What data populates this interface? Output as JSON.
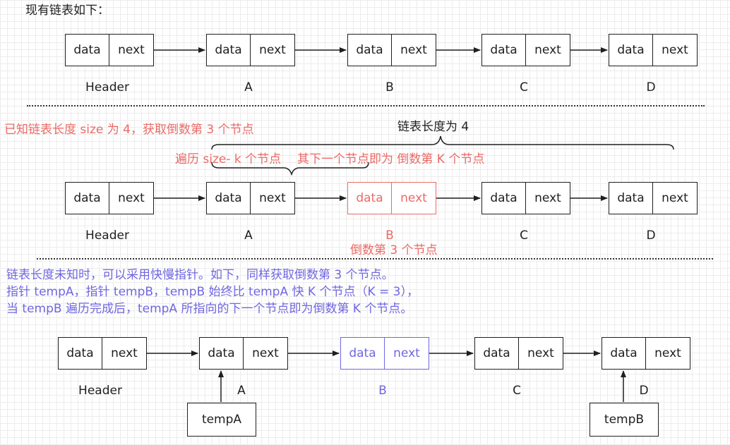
{
  "intro": "现有链表如下：",
  "node": {
    "data": "data",
    "next": "next"
  },
  "names": [
    "Header",
    "A",
    "B",
    "C",
    "D"
  ],
  "section2": {
    "question": "已知链表长度 size 为 4，获取倒数第 3 个节点",
    "length_label": "链表长度为 4",
    "traverse_label": "遍历 size- k 个节点",
    "next_label": "其下一个节点即为 倒数第 K 个节点",
    "target_label": "倒数第 3 个节点"
  },
  "section3": {
    "line1": "链表长度未知时，可以采用快慢指针。如下，同样获取倒数第 3 个节点。",
    "line2": "指针 tempA，指针 tempB，tempB 始终比 tempA 快 K 个节点（K = 3），",
    "line3": "当 tempB 遍历完成后，tempA 所指向的下一个节点即为倒数第 K 个节点。",
    "pointer_a": "tempA",
    "pointer_b": "tempB"
  },
  "colors": {
    "highlight_red": "#ea6b66",
    "highlight_blue": "#7067e0",
    "grid": "#ececec"
  }
}
